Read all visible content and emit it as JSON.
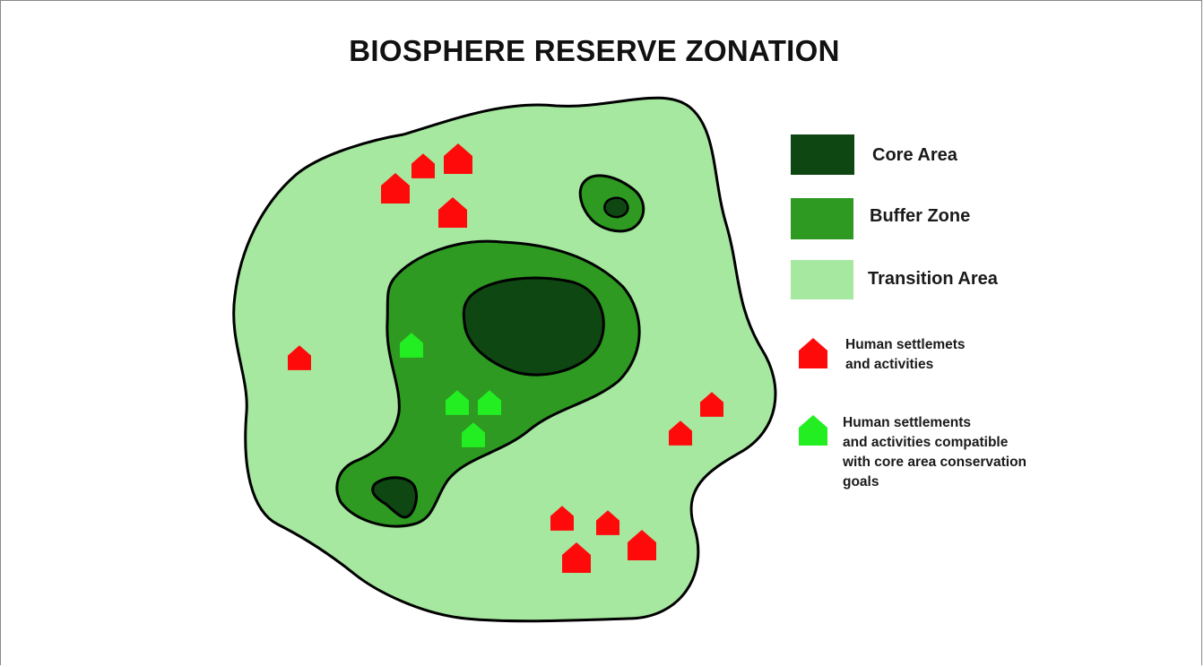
{
  "title": "BIOSPHERE RESERVE ZONATION",
  "colors": {
    "core": "#0e4712",
    "buffer": "#2e9a22",
    "transition": "#a6e8a0",
    "settlement": "#ff0a0a",
    "compatible_settlement": "#22ee22",
    "outline": "#000000"
  },
  "legend": {
    "core_label": "Core Area",
    "buffer_label": "Buffer Zone",
    "transition_label": "Transition Area",
    "settlement_label": "Human settlemets\nand activities",
    "compatible_label": "Human settlements\nand activities compatible\nwith core area conservation\ngoals"
  },
  "icons": {
    "settlement": "red-house-icon",
    "compatible_settlement": "green-house-icon"
  }
}
